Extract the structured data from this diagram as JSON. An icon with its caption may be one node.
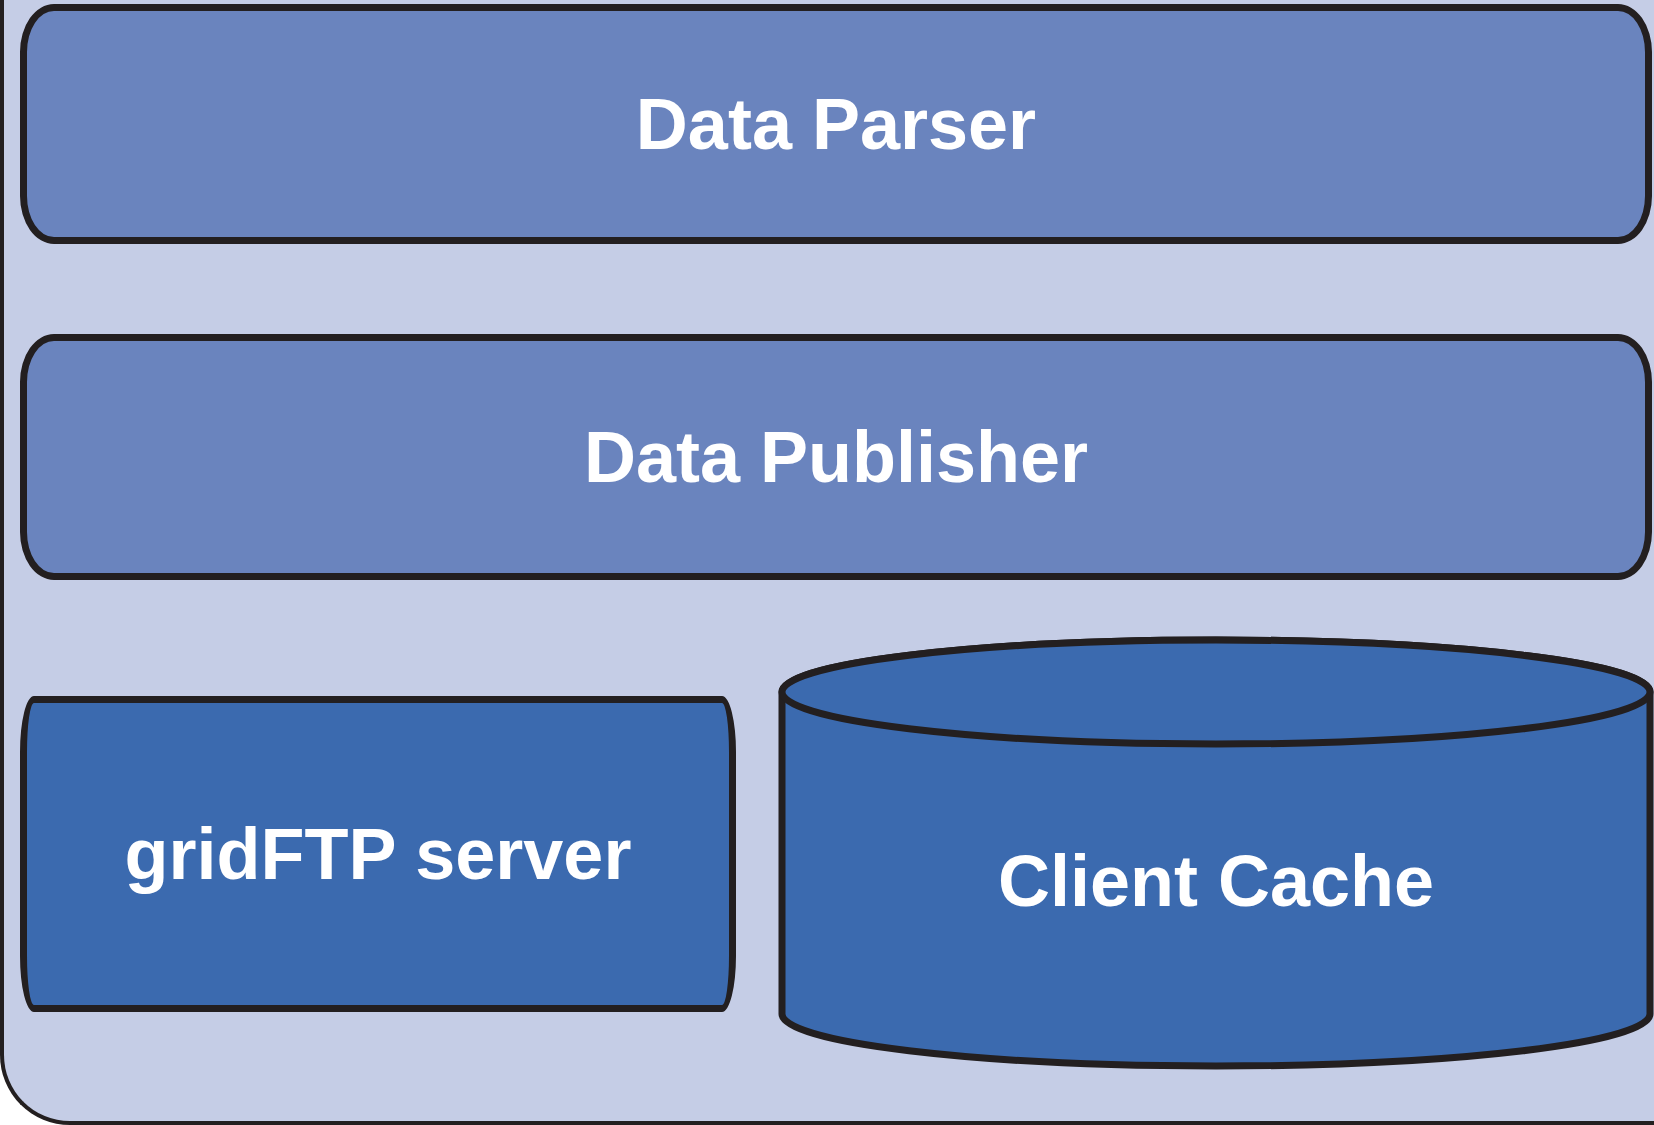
{
  "diagram": {
    "nodes": [
      {
        "text": [],
        "shape": "box"
      },
      {
        "text": [
          "Data Parser"
        ],
        "in": 0
      },
      {
        "text": [
          "Data Publisher"
        ],
        "in": 0
      },
      {
        "text": [
          "gridFTP server"
        ],
        "in": 0
      },
      {
        "text": [
          "Client Cache"
        ],
        "in": 0
      }
    ]
  }
}
